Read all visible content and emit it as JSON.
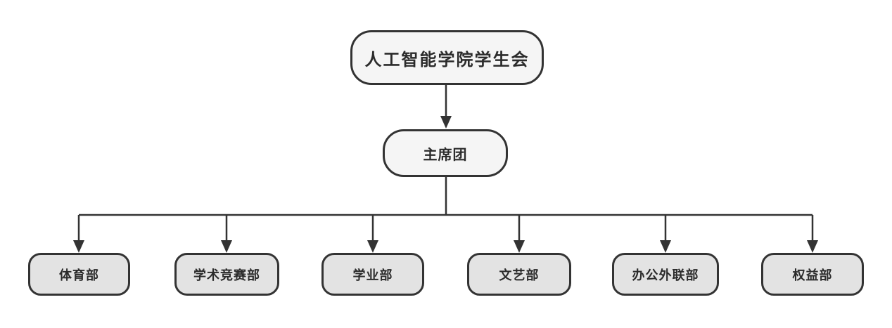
{
  "diagram": {
    "type": "org-chart",
    "nodes": {
      "root": {
        "label": "人工智能学院学生会"
      },
      "council": {
        "label": "主席团"
      },
      "departments": [
        {
          "label": "体育部"
        },
        {
          "label": "学术竞赛部"
        },
        {
          "label": "学业部"
        },
        {
          "label": "文艺部"
        },
        {
          "label": "办公外联部"
        },
        {
          "label": "权益部"
        }
      ]
    },
    "edges": [
      {
        "from": "人工智能学院学生会",
        "to": "主席团"
      },
      {
        "from": "主席团",
        "to": "体育部"
      },
      {
        "from": "主席团",
        "to": "学术竞赛部"
      },
      {
        "from": "主席团",
        "to": "学业部"
      },
      {
        "from": "主席团",
        "to": "文艺部"
      },
      {
        "from": "主席团",
        "to": "办公外联部"
      },
      {
        "from": "主席团",
        "to": "权益部"
      }
    ],
    "colors": {
      "background": "#ffffff",
      "node_border": "#333333",
      "connector": "#333333",
      "text": "#2b2b2b",
      "root_fill": "#f5f5f5",
      "council_fill": "#f5f5f5",
      "department_fill": "#e3e3e3"
    }
  }
}
